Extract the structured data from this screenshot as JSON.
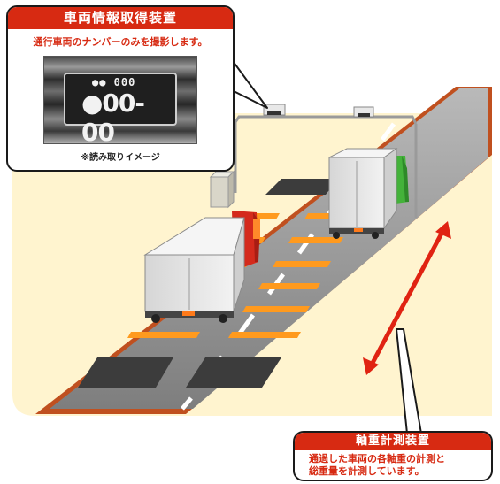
{
  "top_callout": {
    "title": "車両情報取得装置",
    "description": "通行車両のナンバーのみを撮影します。",
    "plate_small": "●● 000",
    "plate_main": "●00-00",
    "caption": "※読み取りイメージ"
  },
  "bottom_callout": {
    "title": "軸重計測装置",
    "line1": "通過した車両の各軸重の計測と",
    "line2": "総重量を計測しています。"
  },
  "colors": {
    "accent_red": "#d72a12",
    "road": "#8a8a8a",
    "background": "#fff4cf",
    "sensor_pad": "#ff9a1e",
    "truck_cab_red": "#d42a1c",
    "truck_cab_green": "#44b23a"
  }
}
